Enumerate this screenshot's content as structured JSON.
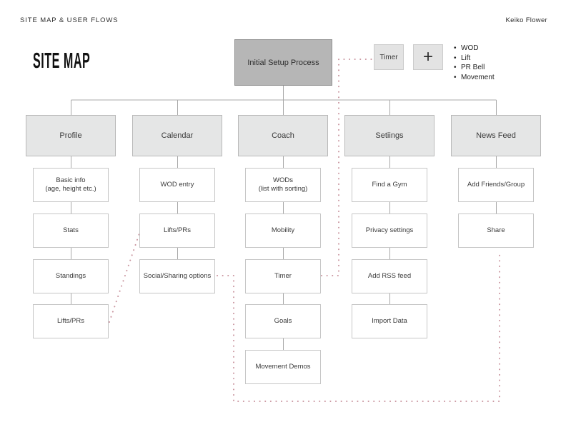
{
  "header": {
    "left": "SITE MAP & USER FLOWS",
    "right": "Keiko Flower"
  },
  "title": "SITE MAP",
  "root": {
    "label": "Initial Setup Process"
  },
  "quick": {
    "timer": "Timer",
    "plus": "+",
    "legend": [
      "WOD",
      "Lift",
      "PR Bell",
      "Movement"
    ]
  },
  "columns": [
    {
      "label": "Profile",
      "children": [
        "Basic info\n(age, height etc.)",
        "Stats",
        "Standings",
        "Lifts/PRs"
      ]
    },
    {
      "label": "Calendar",
      "children": [
        "WOD entry",
        "Lifts/PRs",
        "Social/Sharing options"
      ]
    },
    {
      "label": "Coach",
      "children": [
        "WODs\n(list with sorting)",
        "Mobility",
        "Timer",
        "Goals",
        "Movement Demos"
      ]
    },
    {
      "label": "Setiings",
      "children": [
        "Find a Gym",
        "Privacy settings",
        "Add RSS feed",
        "Import Data"
      ]
    },
    {
      "label": "News Feed",
      "children": [
        "Add Friends/Group",
        "Share"
      ]
    }
  ],
  "colors": {
    "flow_dots": "#c9949e",
    "tree_connector": "#a8a8a8",
    "root_fill": "#b6b6b6",
    "category_fill": "#e5e6e6",
    "child_fill": "#ffffff",
    "box_border": "#c6c6c6"
  }
}
